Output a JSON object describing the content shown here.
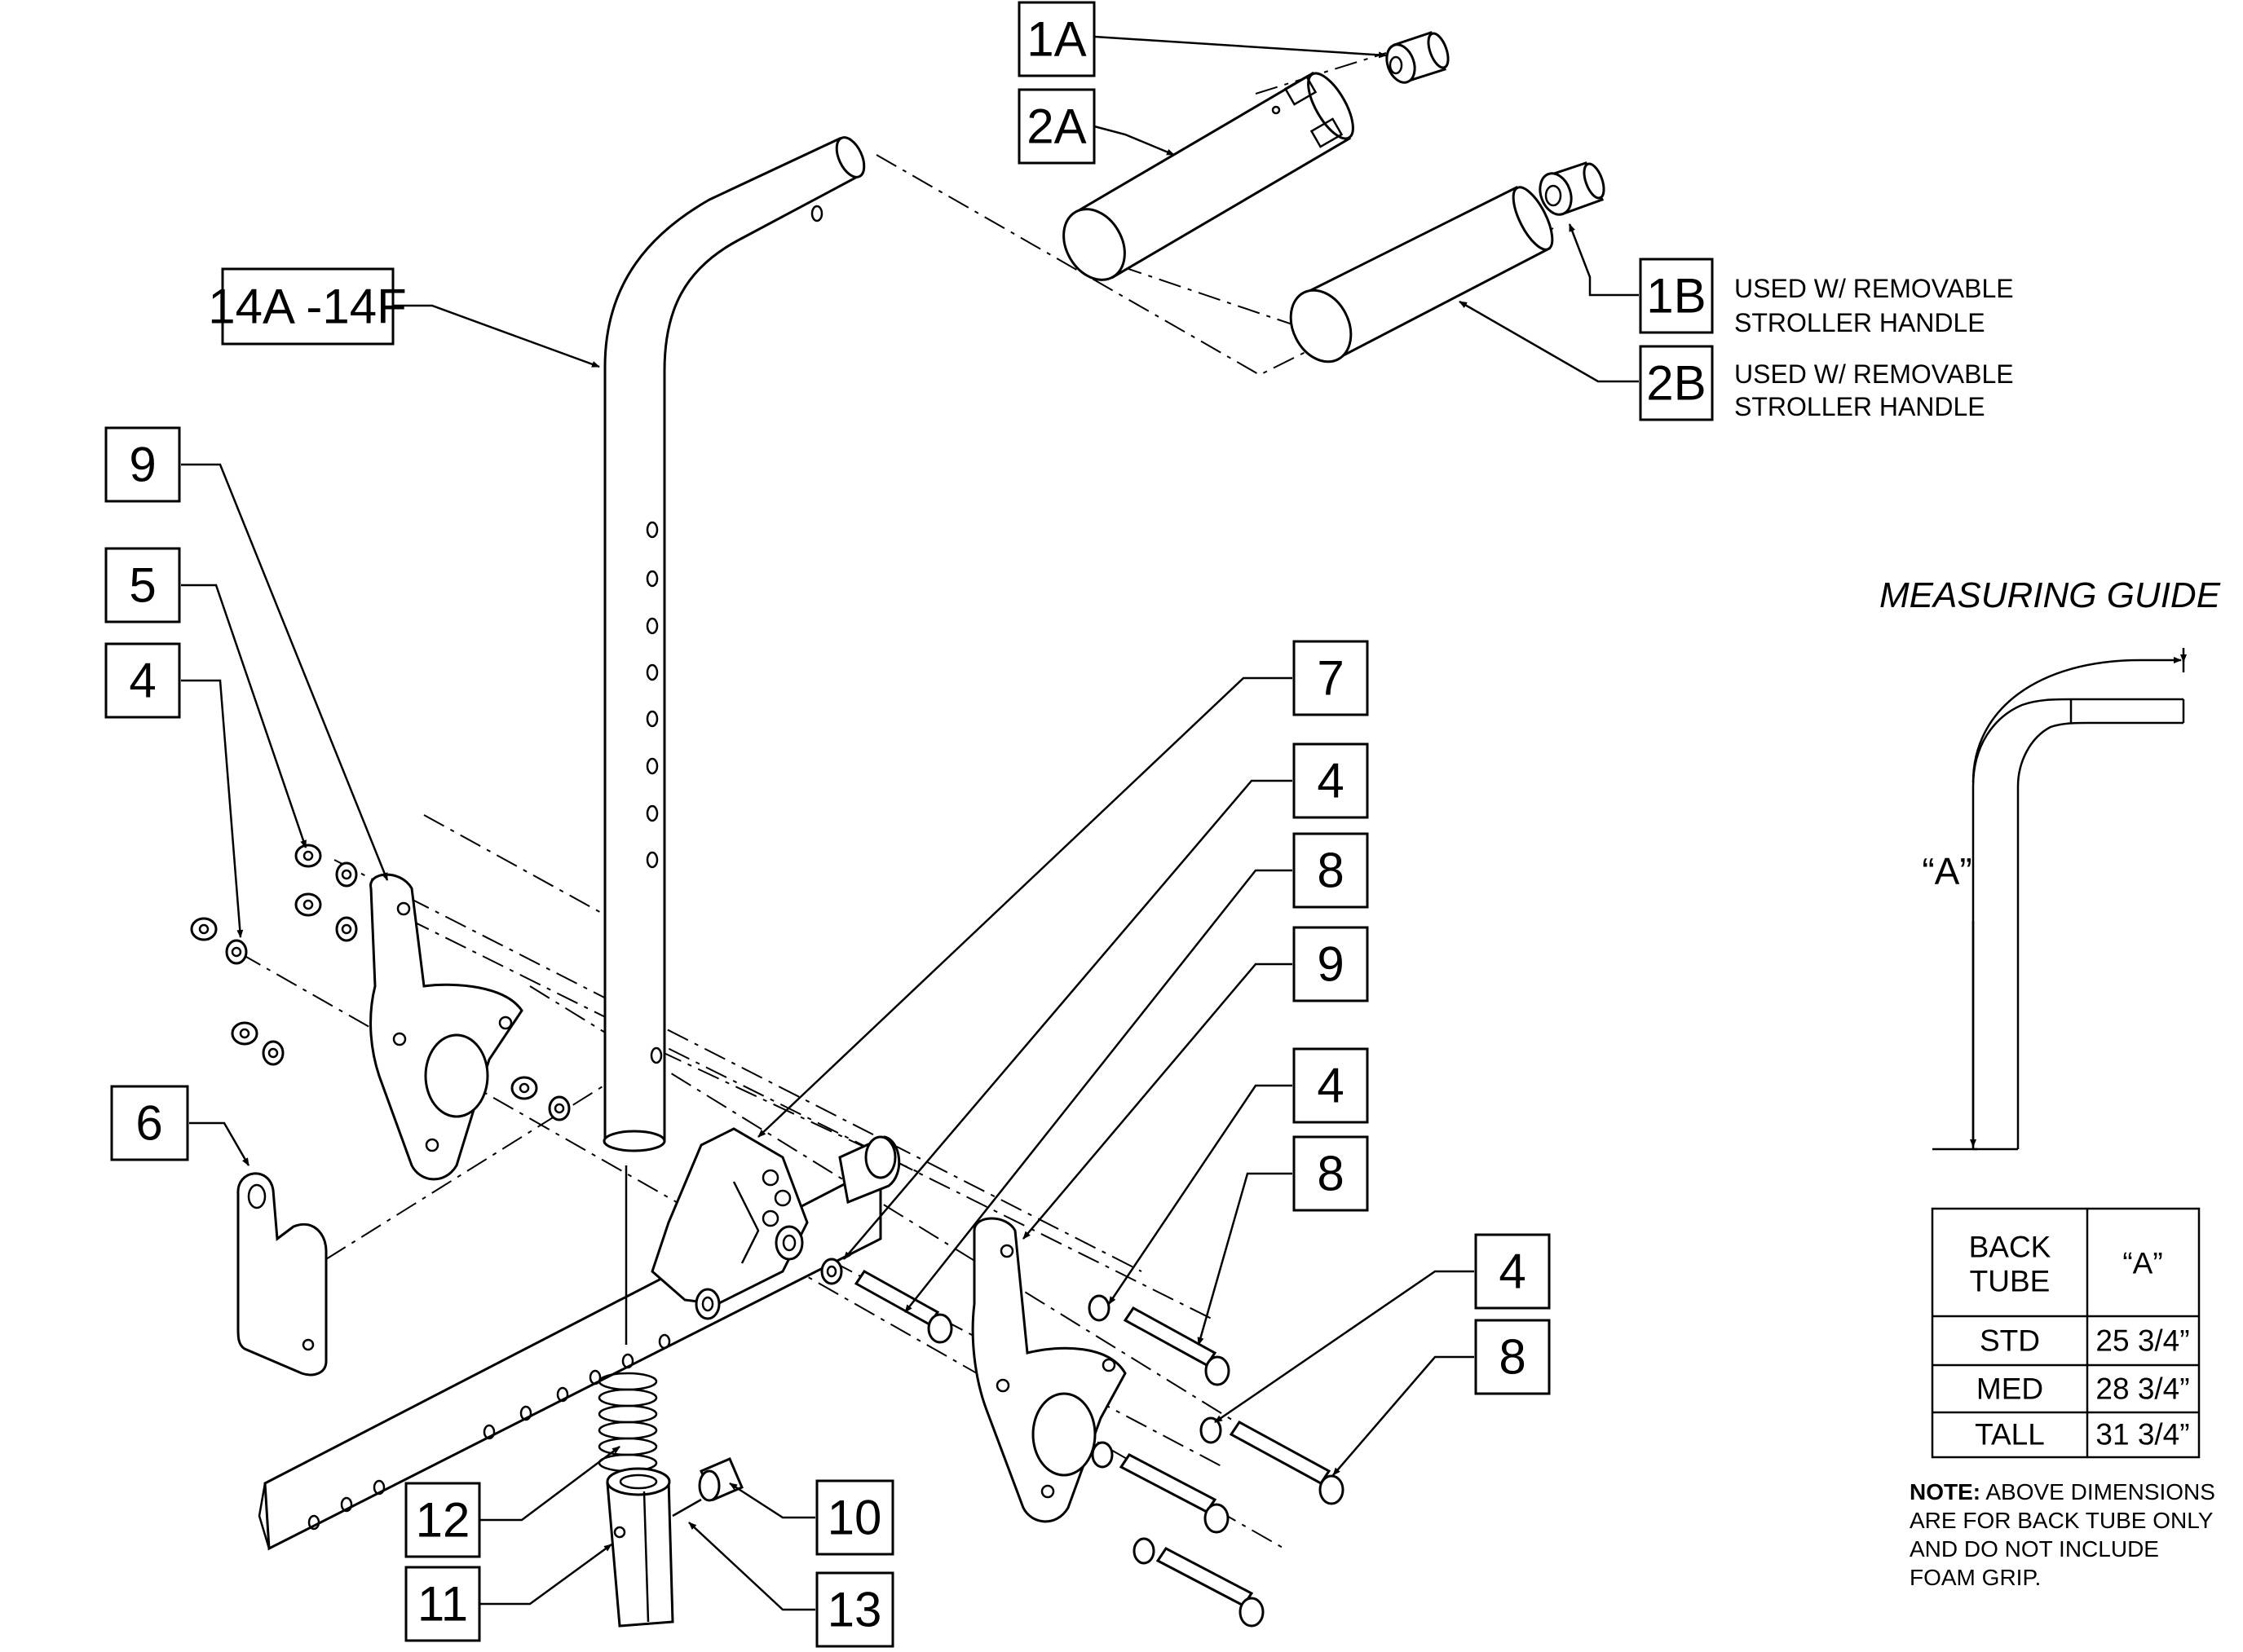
{
  "callouts": [
    {
      "id": "1A",
      "text": "1A"
    },
    {
      "id": "2A",
      "text": "2A"
    },
    {
      "id": "14A-14F",
      "text": "14A -14F"
    },
    {
      "id": "1B",
      "text": "1B"
    },
    {
      "id": "2B",
      "text": "2B"
    },
    {
      "id": "9-left",
      "text": "9"
    },
    {
      "id": "5",
      "text": "5"
    },
    {
      "id": "4-left",
      "text": "4"
    },
    {
      "id": "6",
      "text": "6"
    },
    {
      "id": "7",
      "text": "7"
    },
    {
      "id": "4-a",
      "text": "4"
    },
    {
      "id": "8-a",
      "text": "8"
    },
    {
      "id": "9-right",
      "text": "9"
    },
    {
      "id": "4-b",
      "text": "4"
    },
    {
      "id": "8-b",
      "text": "8"
    },
    {
      "id": "4-c",
      "text": "4"
    },
    {
      "id": "8-c",
      "text": "8"
    },
    {
      "id": "12",
      "text": "12"
    },
    {
      "id": "10",
      "text": "10"
    },
    {
      "id": "11",
      "text": "11"
    },
    {
      "id": "13",
      "text": "13"
    }
  ],
  "notes": {
    "note_1b_line1": "USED W/ REMOVABLE",
    "note_1b_line2": "STROLLER HANDLE",
    "note_2b_line1": "USED W/ REMOVABLE",
    "note_2b_line2": "STROLLER HANDLE"
  },
  "measuring_guide": {
    "title": "MEASURING GUIDE",
    "dimension_label": "“A”",
    "table": {
      "header_col1_line1": "BACK",
      "header_col1_line2": "TUBE",
      "header_col2": "“A”",
      "rows": [
        {
          "tube": "STD",
          "a": "25 3/4”"
        },
        {
          "tube": "MED",
          "a": "28 3/4”"
        },
        {
          "tube": "TALL",
          "a": "31 3/4”"
        }
      ]
    },
    "note_bold": "NOTE:",
    "note_line1": " ABOVE DIMENSIONS",
    "note_line2": "ARE FOR BACK TUBE ONLY",
    "note_line3": "AND DO NOT INCLUDE",
    "note_line4": "FOAM GRIP."
  }
}
